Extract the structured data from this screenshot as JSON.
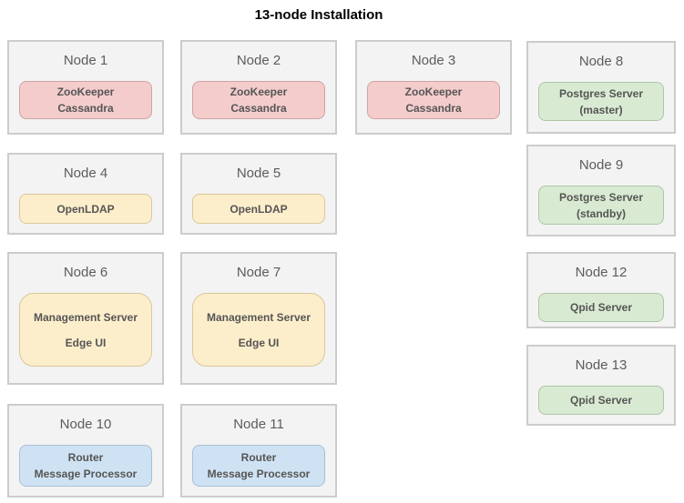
{
  "title": "13-node Installation",
  "nodes": [
    {
      "name": "Node 1",
      "color": "pink",
      "services": [
        "ZooKeeper",
        "Cassandra"
      ]
    },
    {
      "name": "Node 2",
      "color": "pink",
      "services": [
        "ZooKeeper",
        "Cassandra"
      ]
    },
    {
      "name": "Node 3",
      "color": "pink",
      "services": [
        "ZooKeeper",
        "Cassandra"
      ]
    },
    {
      "name": "Node 4",
      "color": "yellow",
      "services": [
        "OpenLDAP"
      ]
    },
    {
      "name": "Node 5",
      "color": "yellow",
      "services": [
        "OpenLDAP"
      ]
    },
    {
      "name": "Node 6",
      "color": "yellow",
      "services": [
        "Management Server",
        "Edge UI"
      ]
    },
    {
      "name": "Node 7",
      "color": "yellow",
      "services": [
        "Management Server",
        "Edge UI"
      ]
    },
    {
      "name": "Node 8",
      "color": "green",
      "services": [
        "Postgres Server",
        "(master)"
      ]
    },
    {
      "name": "Node 9",
      "color": "green",
      "services": [
        "Postgres Server",
        "(standby)"
      ]
    },
    {
      "name": "Node 10",
      "color": "blue",
      "services": [
        "Router",
        "Message Processor"
      ]
    },
    {
      "name": "Node 11",
      "color": "blue",
      "services": [
        "Router",
        "Message Processor"
      ]
    },
    {
      "name": "Node 12",
      "color": "green",
      "services": [
        "Qpid Server"
      ]
    },
    {
      "name": "Node 13",
      "color": "green",
      "services": [
        "Qpid Server"
      ]
    }
  ],
  "colors": {
    "node_fill": "#f3f3f3",
    "node_border": "#cccccc",
    "pink_fill": "#f4cccc",
    "pink_border": "#cfa3a3",
    "yellow_fill": "#fdeecb",
    "yellow_border": "#d9c79a",
    "green_fill": "#d9ead3",
    "green_border": "#aec6a5",
    "blue_fill": "#cfe2f3",
    "blue_border": "#a7c0d9",
    "node_label_text": "#5c5c5c",
    "service_text": "#555555",
    "title_text": "#000000"
  }
}
